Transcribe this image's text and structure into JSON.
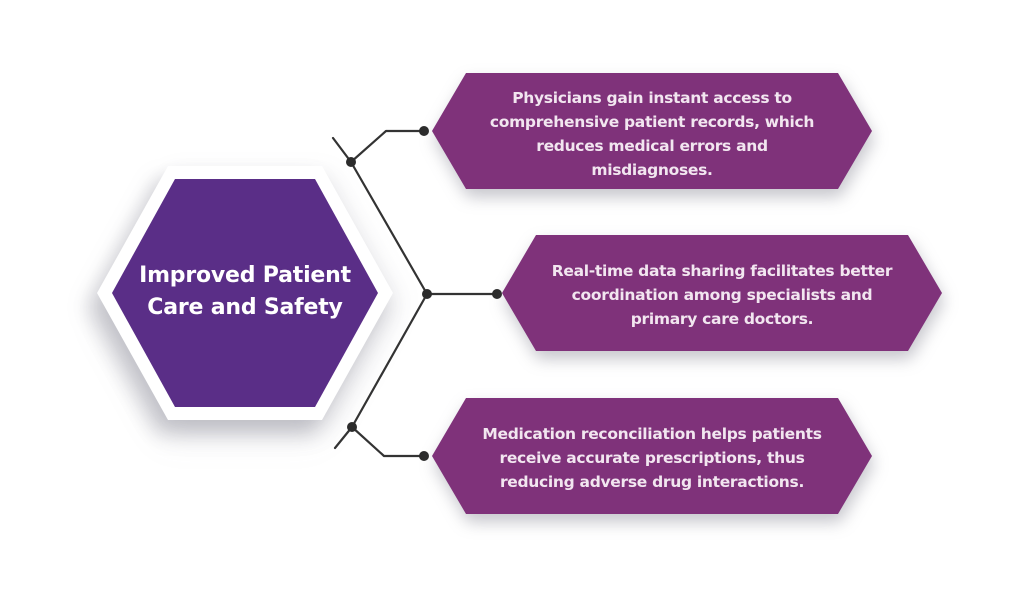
{
  "colors": {
    "background": "#ffffff",
    "hub_fill": "#5a2e87",
    "hub_border": "#ffffff",
    "branch_fill": "#7f327a",
    "connector_line": "#333333",
    "connector_dot": "#2b2b2b",
    "hub_text": "#ffffff",
    "branch_text": "#f2e6f0"
  },
  "hub": {
    "label": "Improved Patient Care and Safety",
    "lines": [
      "Improved Patient",
      "Care and Safety"
    ]
  },
  "branches": [
    {
      "position": "top",
      "text": "Physicians gain instant access to comprehensive patient records, which reduces medical errors and misdiagnoses.",
      "lines": [
        "Physicians gain instant access to",
        "comprehensive patient records, which",
        "reduces medical errors and",
        "misdiagnoses."
      ]
    },
    {
      "position": "middle",
      "text": "Real-time data sharing facilitates better coordination among specialists and primary care doctors.",
      "lines": [
        "Real-time data sharing facilitates better",
        "coordination among specialists and",
        "primary care doctors."
      ]
    },
    {
      "position": "bottom",
      "text": "Medication reconciliation helps patients receive accurate prescriptions, thus reducing adverse drug interactions.",
      "lines": [
        "Medication reconciliation helps patients",
        "receive accurate prescriptions, thus",
        "reducing adverse drug interactions."
      ]
    }
  ]
}
